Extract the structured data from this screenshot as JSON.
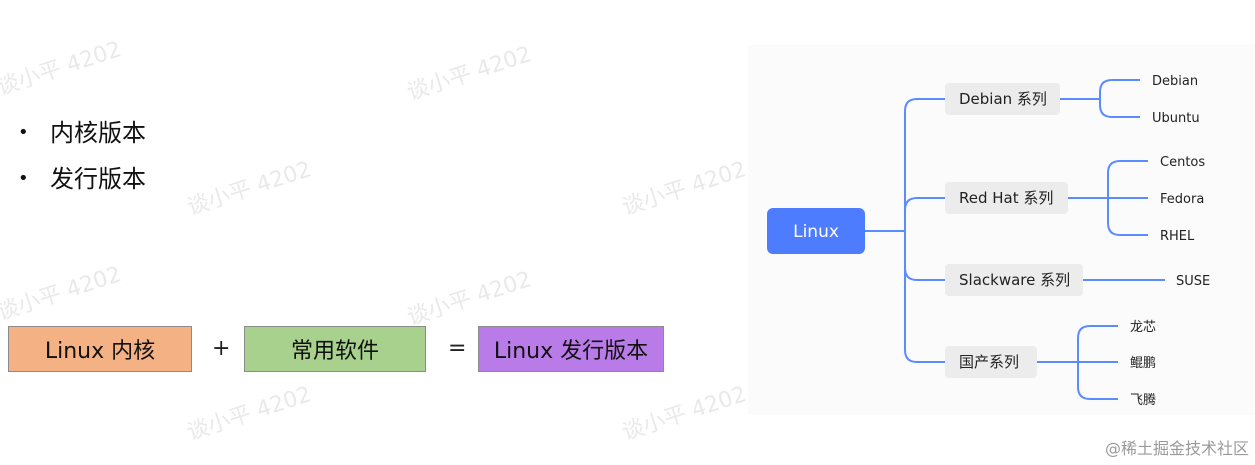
{
  "bullets": [
    "内核版本",
    "发行版本"
  ],
  "equation": {
    "box1": "Linux 内核",
    "plus": "+",
    "box2": "常用软件",
    "equals": "=",
    "box3": "Linux 发行版本",
    "colors": {
      "box1": "#f4b183",
      "box2": "#a9d18e",
      "box3": "#b87be8"
    }
  },
  "mindmap": {
    "root": "Linux",
    "branches": [
      {
        "label": "Debian 系列",
        "children": [
          "Debian",
          "Ubuntu"
        ]
      },
      {
        "label": "Red Hat 系列",
        "children": [
          "Centos",
          "Fedora",
          "RHEL"
        ]
      },
      {
        "label": "Slackware 系列",
        "children": [
          "SUSE"
        ]
      },
      {
        "label": "国产系列",
        "children": [
          "龙芯",
          "鲲鹏",
          "飞腾"
        ]
      }
    ],
    "colors": {
      "root_fill": "#4d7cfe",
      "line": "#5b8cff",
      "branch_fill": "#ececec"
    }
  },
  "watermarks": [
    "谈小平 4202",
    "谈小平 4202",
    "谈小平 4202",
    "谈小平 4202",
    "谈小平 4202",
    "谈小平 4202",
    "谈小平 4202",
    "谈小平 4202",
    "谈小平 4202"
  ],
  "credit": "@稀土掘金技术社区"
}
